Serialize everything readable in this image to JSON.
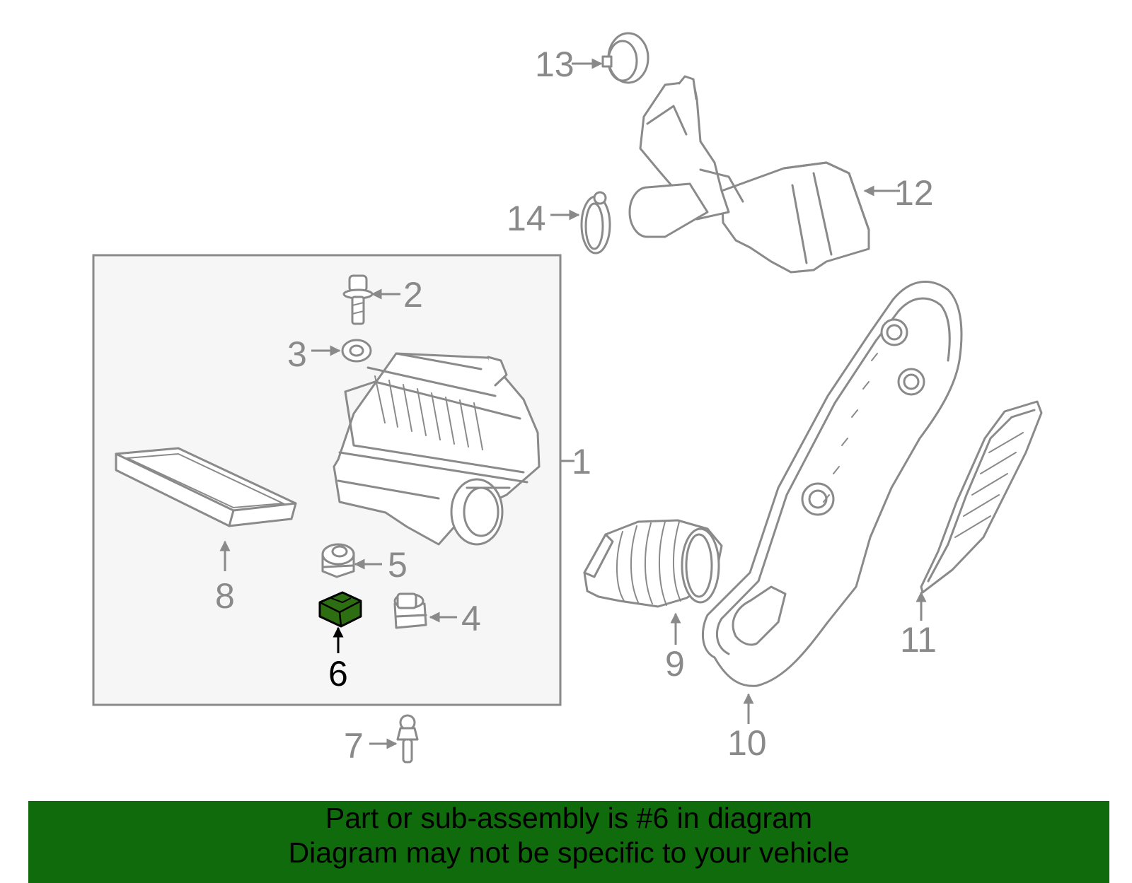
{
  "diagram": {
    "highlight_part": "6",
    "colors": {
      "line": "#8a8a8a",
      "highlight": "#2e6e12",
      "group_box": "#f6f6f6",
      "banner": "#0f6b0b"
    },
    "labels": {
      "p1": "1",
      "p2": "2",
      "p3": "3",
      "p4": "4",
      "p5": "5",
      "p6": "6",
      "p7": "7",
      "p8": "8",
      "p9": "9",
      "p10": "10",
      "p11": "11",
      "p12": "12",
      "p13": "13",
      "p14": "14"
    }
  },
  "banner": {
    "line1": "Part or sub-assembly is #6 in diagram",
    "line2": "Diagram may not be specific to your vehicle"
  }
}
